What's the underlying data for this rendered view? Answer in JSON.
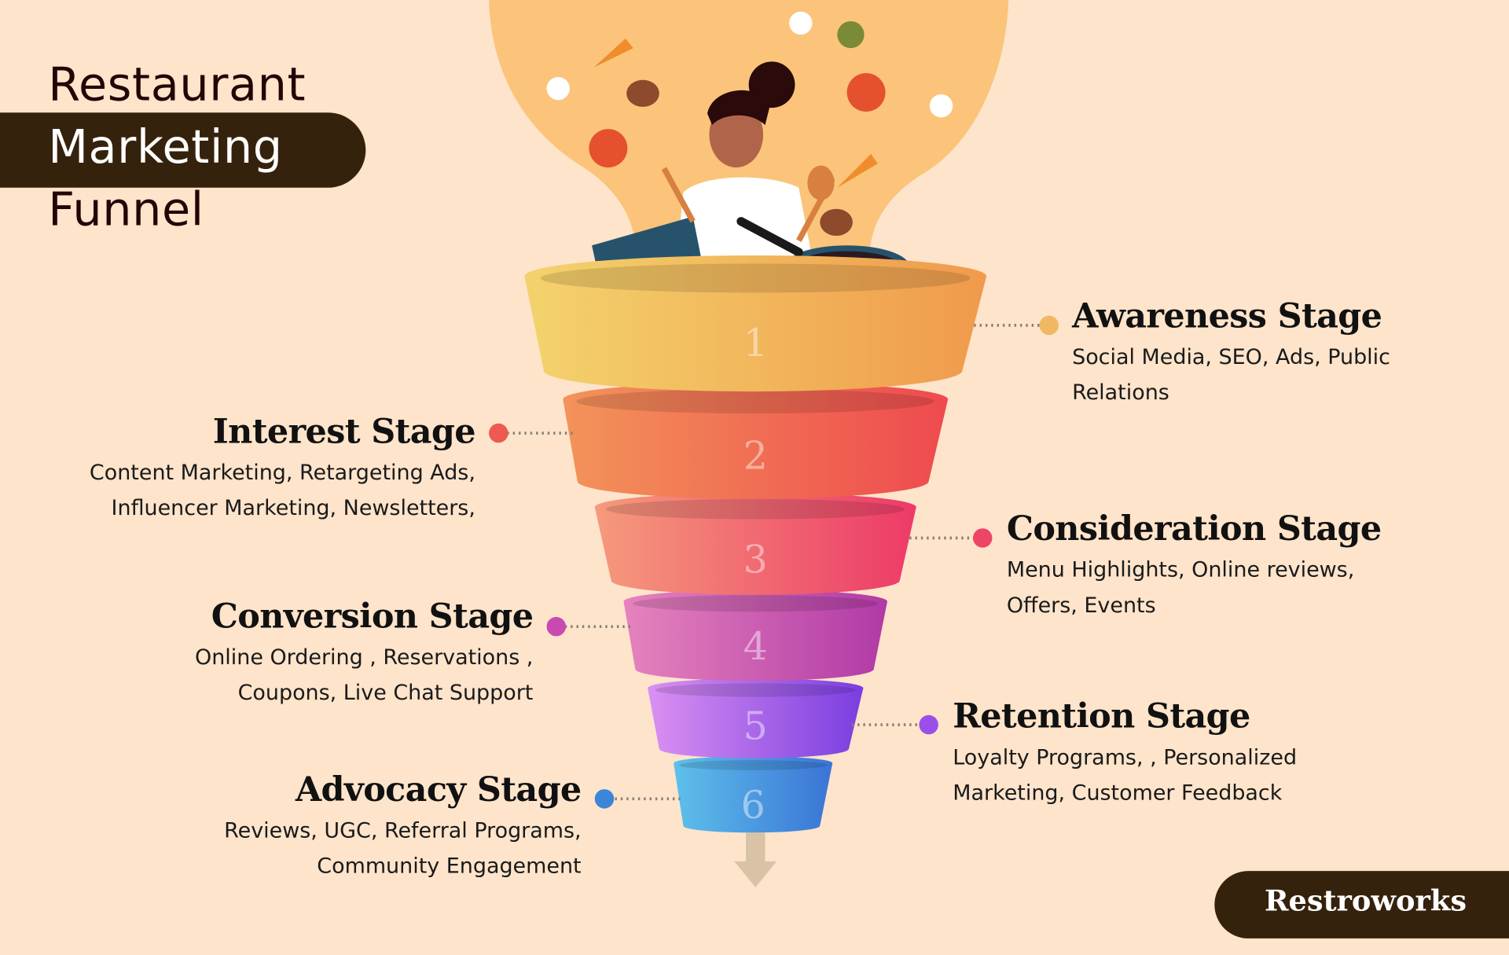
{
  "title": {
    "line1": "Restaurant",
    "line2": "Marketing",
    "line3": "Funnel"
  },
  "stages": [
    {
      "number": "1",
      "name": "Awareness Stage",
      "lines": [
        "Social Media, SEO, Ads, Public",
        "Relations"
      ],
      "color": "#f0b860"
    },
    {
      "number": "2",
      "name": "Interest Stage",
      "lines": [
        "Content Marketing, Retargeting Ads,",
        "Influencer Marketing, Newsletters,"
      ],
      "color": "#ee5a4f"
    },
    {
      "number": "3",
      "name": "Consideration Stage",
      "lines": [
        "Menu Highlights, Online reviews,",
        "Offers, Events"
      ],
      "color": "#ee4466"
    },
    {
      "number": "4",
      "name": "Conversion Stage",
      "lines": [
        "Online Ordering , Reservations ,",
        "Coupons, Live Chat Support"
      ],
      "color": "#c84ab0"
    },
    {
      "number": "5",
      "name": "Retention Stage",
      "lines": [
        "Loyalty Programs, , Personalized",
        "Marketing, Customer Feedback"
      ],
      "color": "#9a50e8"
    },
    {
      "number": "6",
      "name": "Advocacy Stage",
      "lines": [
        "Reviews, UGC, Referral Programs,",
        "Community Engagement"
      ],
      "color": "#3b86d8"
    }
  ],
  "logo": "Restroworks",
  "colors": {
    "background": "#fde4cb",
    "dark": "#35220c",
    "blob": "#fbc47a"
  }
}
